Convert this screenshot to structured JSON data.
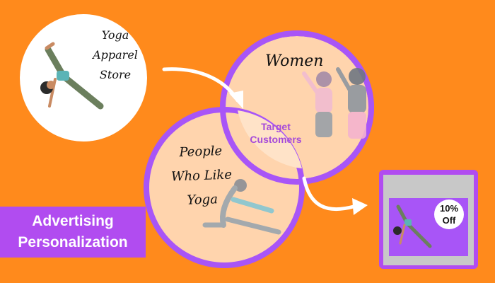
{
  "store": {
    "lines": [
      "Yoga",
      "Apparel",
      "Store"
    ]
  },
  "women": {
    "label": "Women"
  },
  "yoga_people": {
    "lines": [
      "People",
      "Who Like",
      "Yoga"
    ]
  },
  "intersection": {
    "lines": [
      "Target",
      "Customers"
    ]
  },
  "title": {
    "lines": [
      "Advertising",
      "Personalization"
    ]
  },
  "ad": {
    "badge_lines": [
      "10%",
      "Off"
    ]
  },
  "colors": {
    "background": "#ff8a1c",
    "circle_fill": "#ffd4ad",
    "circle_stroke": "#a855f7",
    "title_bg": "#b14cf0",
    "ad_frame": "#b14cf0",
    "ad_inner": "#c8c8c8",
    "ad_banner": "#a855f7"
  }
}
